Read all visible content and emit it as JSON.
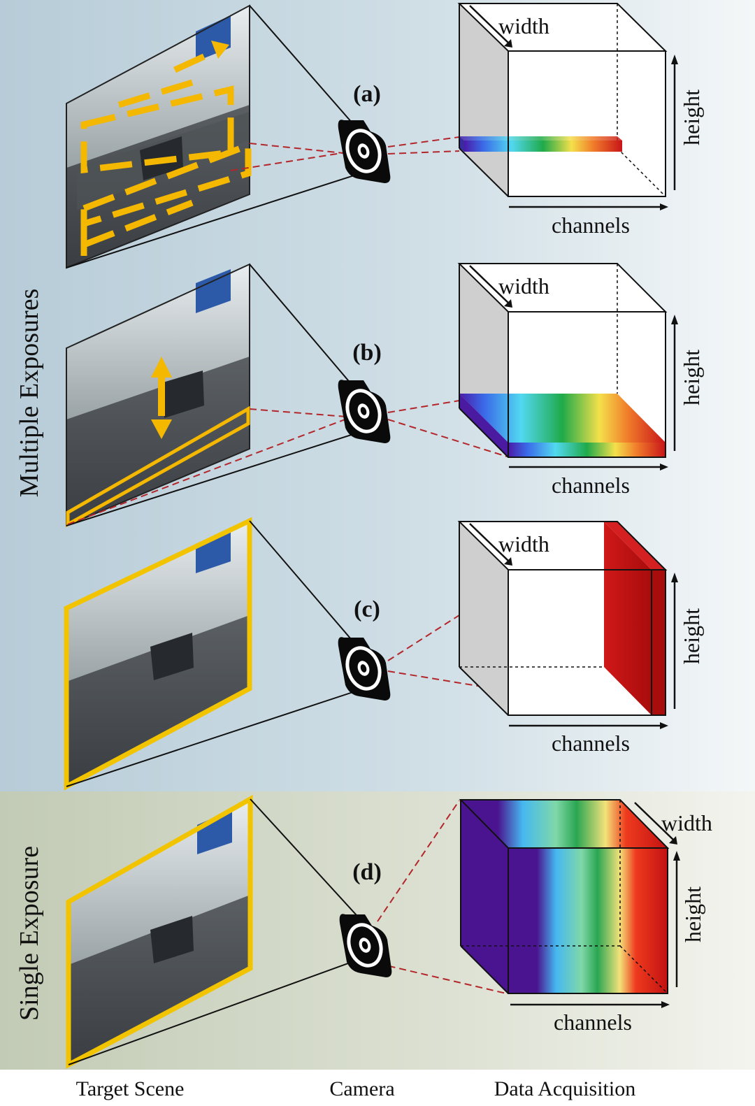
{
  "groups": {
    "multiple": "Multiple Exposures",
    "single": "Single Exposure"
  },
  "panels": [
    {
      "tag": "(a)",
      "width": "width",
      "height": "height",
      "channels": "channels"
    },
    {
      "tag": "(b)",
      "width": "width",
      "height": "height",
      "channels": "channels"
    },
    {
      "tag": "(c)",
      "width": "width",
      "height": "height",
      "channels": "channels"
    },
    {
      "tag": "(d)",
      "width": "width",
      "height": "height",
      "channels": "channels"
    }
  ],
  "footer": {
    "scene": "Target Scene",
    "camera": "Camera",
    "acquisition": "Data Acquisition"
  },
  "colors": {
    "highlight": "#f5b800",
    "guide": "#b3262a",
    "bg_multiple": "#c9d9e1",
    "bg_single": "#d3d8c8"
  }
}
